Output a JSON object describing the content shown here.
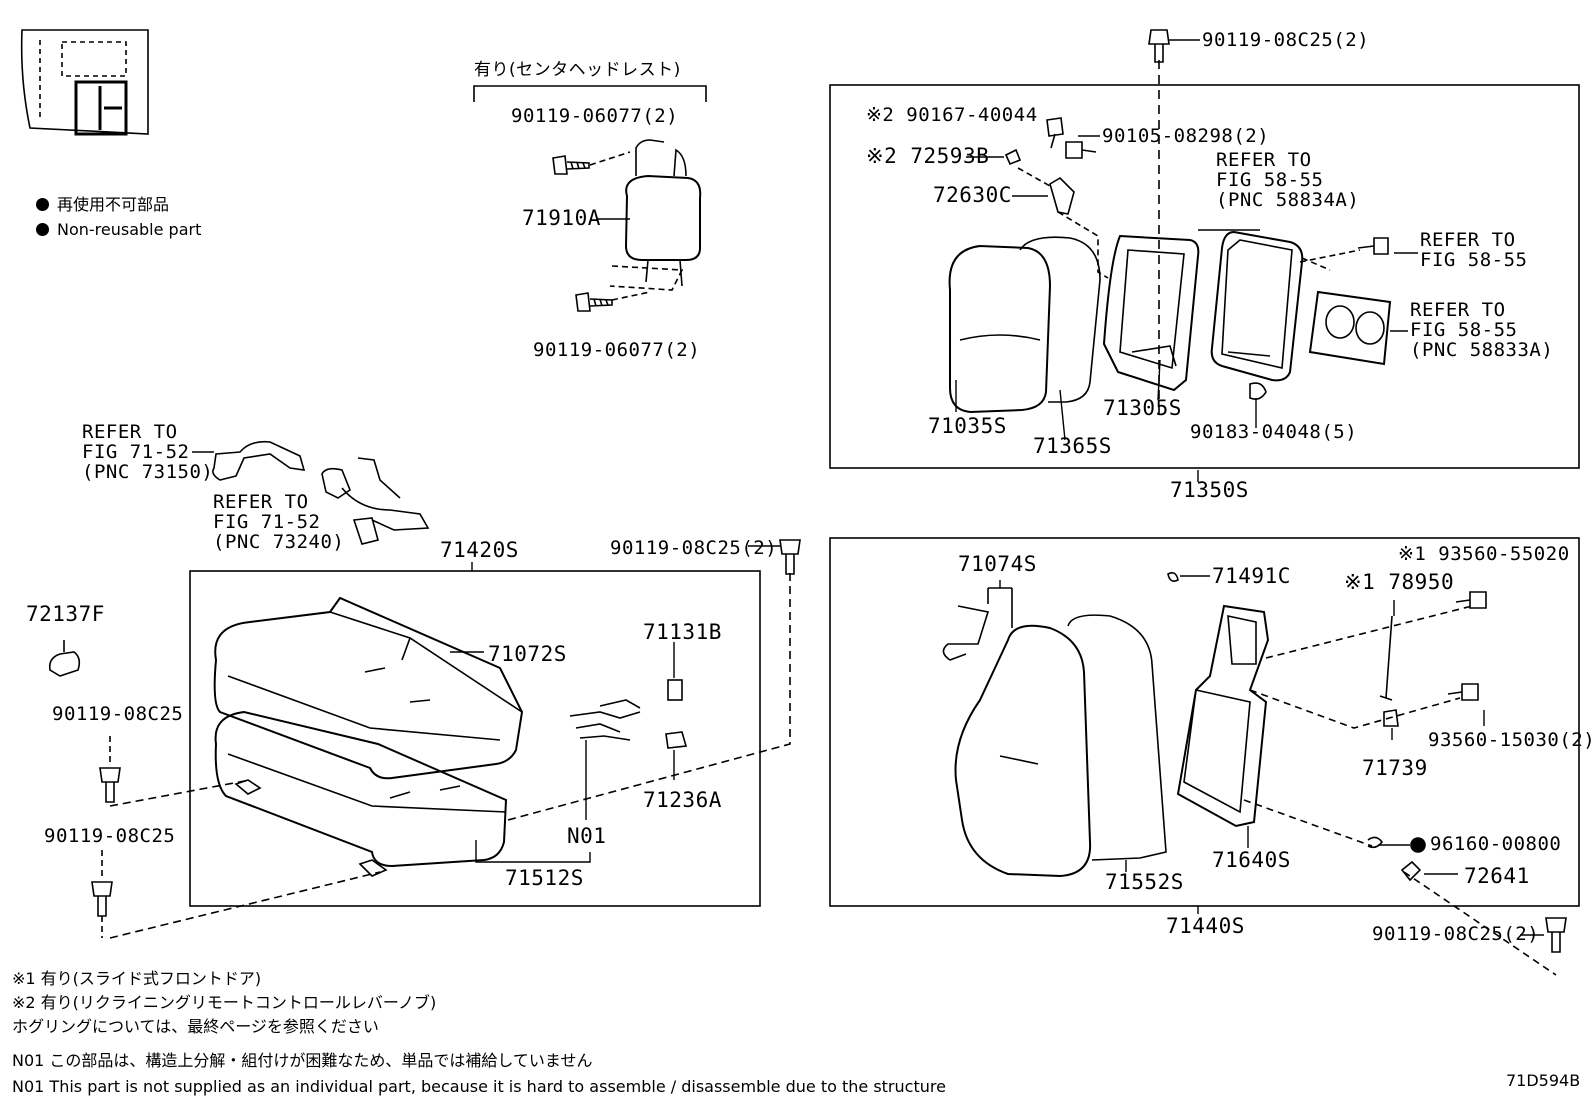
{
  "legend": {
    "jp": "再使用不可部品",
    "en": "Non-reusable part"
  },
  "header_center": "有り(センタヘッドレスト)",
  "parts": {
    "p90119_06077_top": "90119-06077(2)",
    "p71910A": "71910A",
    "p90119_06077_bot": "90119-06077(2)",
    "p90119_08C25_topright": "90119-08C25(2)",
    "p90167_40044": "※2 90167-40044",
    "p90105_08298": "90105-08298(2)",
    "p72593B": "※2 72593B",
    "p72630C": "72630C",
    "refer_58834A": "REFER TO\nFIG 58-55\n(PNC 58834A)",
    "refer_58_55": "REFER TO\nFIG 58-55",
    "refer_58833A": "REFER TO\nFIG 58-55\n(PNC 58833A)",
    "p71035S": "71035S",
    "p71365S": "71365S",
    "p71305S": "71305S",
    "p90183_04048": "90183-04048(5)",
    "p71350S": "71350S",
    "refer_73150": "REFER TO\nFIG 71-52\n(PNC 73150)",
    "refer_73240": "REFER TO\nFIG 71-52\n(PNC 73240)",
    "p71420S": "71420S",
    "p90119_08C25_mid": "90119-08C25(2)",
    "p72137F": "72137F",
    "p90119_08C25_a": "90119-08C25",
    "p90119_08C25_b": "90119-08C25",
    "p71072S": "71072S",
    "p71131B": "71131B",
    "p71236A": "71236A",
    "pN01": "N01",
    "p71512S": "71512S",
    "p71074S": "71074S",
    "p71491C": "71491C",
    "p93560_55020": "※1 93560-55020",
    "p78950": "※1 78950",
    "p93560_15030": "93560-15030(2)",
    "p71739": "71739",
    "p96160_00800": "96160-00800",
    "p72641": "72641",
    "p71552S": "71552S",
    "p71640S": "71640S",
    "p71440S": "71440S",
    "p90119_08C25_botright": "90119-08C25(2)"
  },
  "notes": {
    "n1": "※1 有り(スライド式フロントドア)",
    "n2": "※2 有り(リクライニングリモートコントロールレバーノブ)",
    "n3": "ホグリングについては、最終ページを参照ください",
    "n4": "N01 この部品は、構造上分解・組付けが困難なため、単品では補給していません",
    "n5": "N01 This part is not supplied as an individual part, because it is hard to assemble / disassemble due to the structure"
  },
  "diagram_id": "71D594B"
}
